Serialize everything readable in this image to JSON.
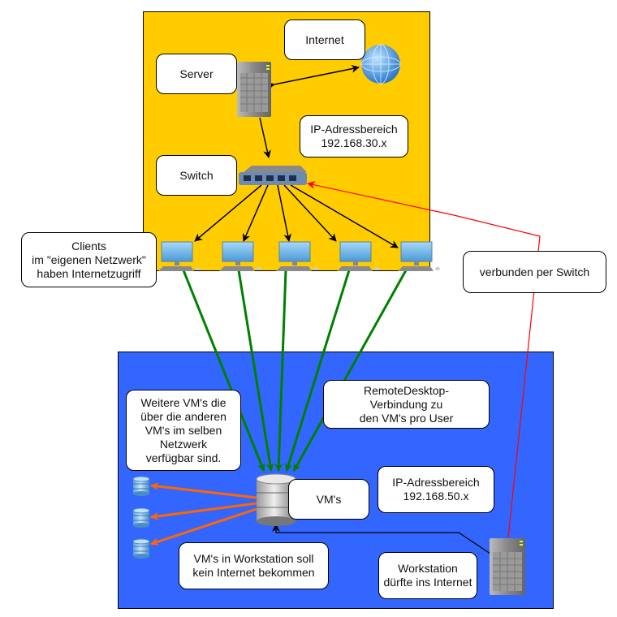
{
  "colors": {
    "local_network_bg": "#FFCC00",
    "vm_network_bg": "#3366FF",
    "client_link": "#008000",
    "vm_link": "#FF6600",
    "switch_link": "#FF0000",
    "black_link": "#000000"
  },
  "local_network": {
    "labels": {
      "internet": "Internet",
      "server": "Server",
      "ip_range": "IP-Adressbereich\n192.168.30.x",
      "switch": "Switch"
    },
    "client_count": 5
  },
  "clients_note": "Clients\nim \"eigenen Netzwerk\"\nhaben Internetzugriff",
  "switch_connection_note": "verbunden per Switch",
  "vm_network": {
    "labels": {
      "other_vms": "Weitere VM's die\nüber die anderen\nVM's im selben\nNetzwerk\nverfügbar sind.",
      "remote_desktop": "RemoteDesktop-\nVerbindung zu\nden VM's pro User",
      "vms": "VM's",
      "ip_range": "IP-Adressbereich\n192.168.50.x",
      "no_internet": "VM's in Workstation soll\nkein Internet bekommen",
      "workstation": "Workstation\ndürfte ins Internet"
    },
    "extra_vm_count": 3
  },
  "icons": [
    "server-icon",
    "globe-icon",
    "switch-icon",
    "desktop-icon",
    "database-icon",
    "workstation-icon"
  ]
}
